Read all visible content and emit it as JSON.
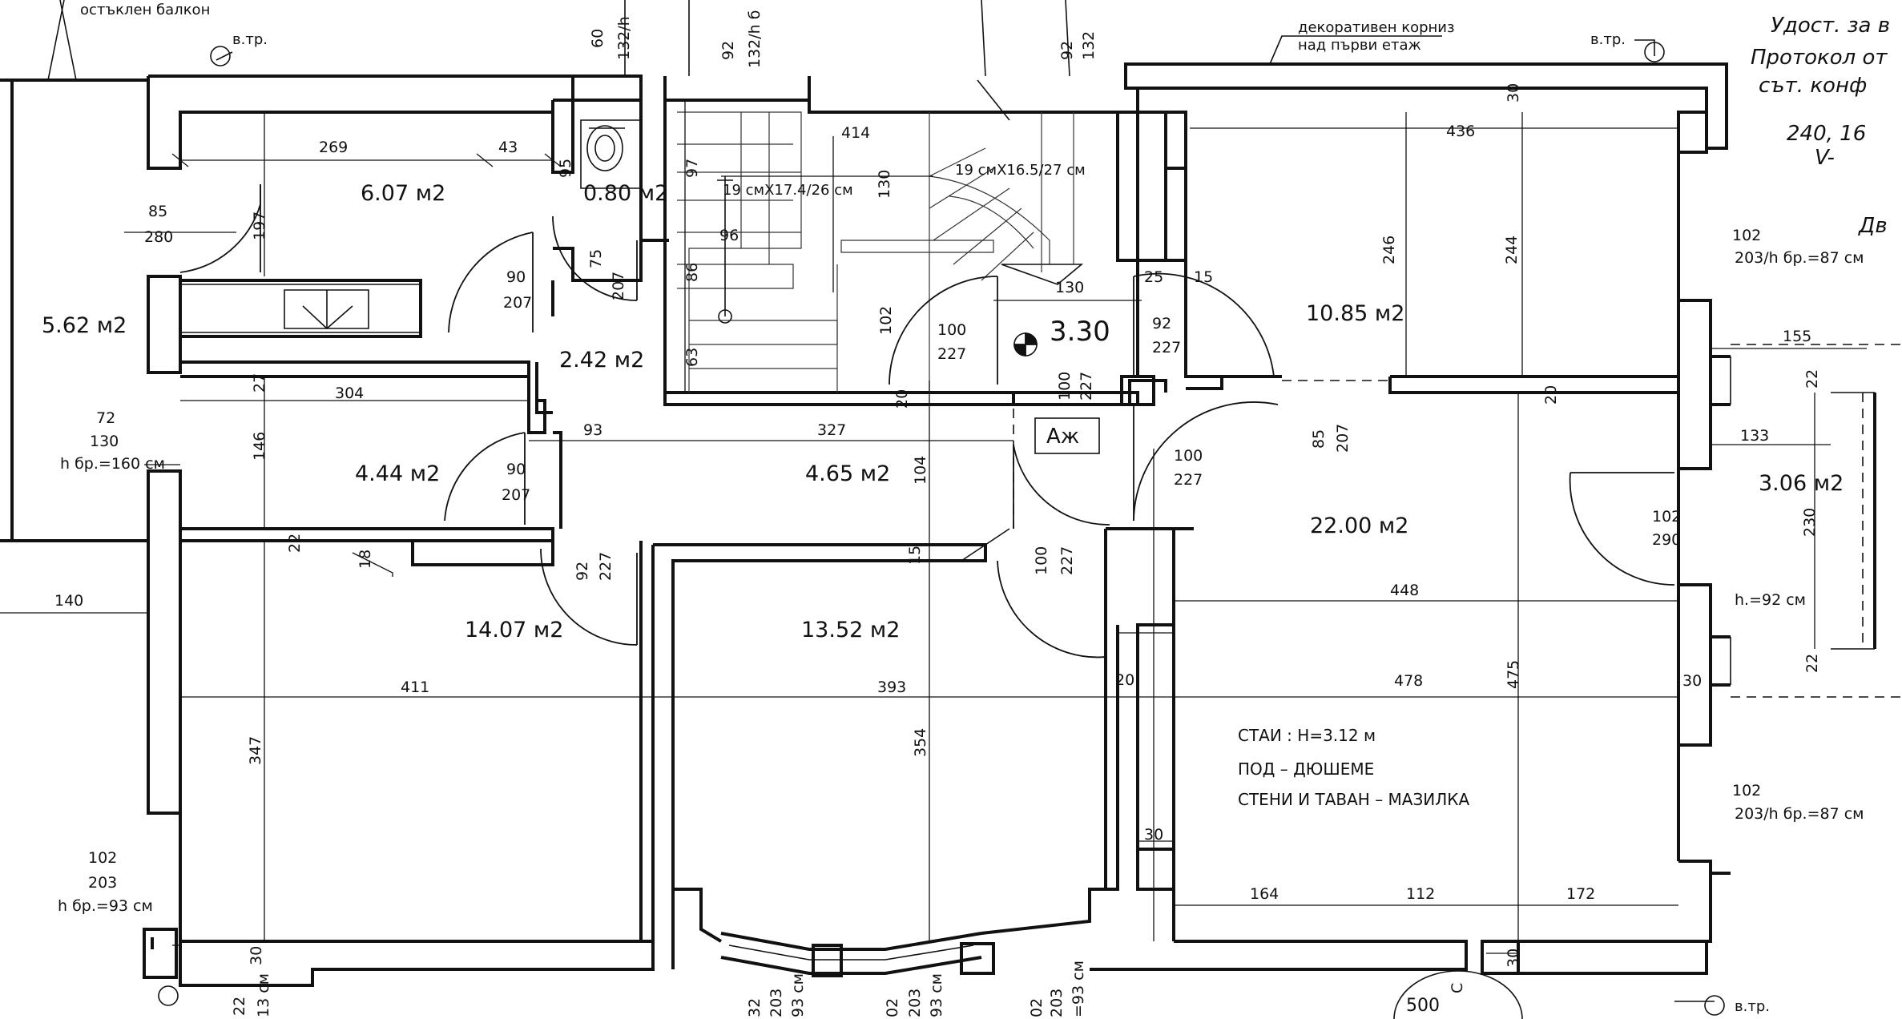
{
  "annotations": {
    "top_left_1": "остъклен балкон",
    "cornice_line1": "декоративен корниз",
    "cornice_line2": "над първи етаж",
    "downpipe": "в.тр.",
    "stair_left": "19 смХ17.4/26 см",
    "stair_right": "19 смХ16.5/27 см",
    "level_mark": "3.30",
    "az_label": "Аж"
  },
  "handwriting": [
    "Удост. за в",
    "Протокол от",
    "сът. конф",
    "240, 16",
    "V-",
    "Дв"
  ],
  "areas": {
    "balcony": "5.62 м2",
    "kitchen": "6.07 м2",
    "wc": "0.80 м2",
    "hall_small": "2.42 м2",
    "bath": "4.44 м2",
    "corridor": "4.65 м2",
    "room_sw": "14.07 м2",
    "room_s": "13.52 м2",
    "room_ne": "10.85 м2",
    "room_e": "22.00 м2",
    "side_room": "3.06 м2"
  },
  "dims": {
    "d269": "269",
    "d43": "43",
    "d85": "85",
    "d280": "280",
    "d197": "197",
    "d95": "95",
    "d60": "60",
    "d132h": "132/h",
    "d92a": "92",
    "d132hb": "132/h б",
    "d92b": "92",
    "d132": "132",
    "d30a": "30",
    "d436": "436",
    "d414": "414",
    "d97": "97",
    "d130a": "130",
    "d96": "96",
    "d86": "86",
    "d63": "63",
    "d102a": "102",
    "d25": "25",
    "d15": "15",
    "d130b": "130",
    "d246": "246",
    "d244": "244",
    "d102b": "102",
    "d203hb87a": "203/h бр.=87 см",
    "d155": "155",
    "d90a": "90",
    "d207a": "207",
    "d75": "75",
    "d207b": "207",
    "d100a": "100",
    "d227a": "227",
    "d92c": "92",
    "d227b": "227",
    "d100b": "100",
    "d227c": "227",
    "d20a": "20",
    "d20b": "20",
    "d22a": "22",
    "d133": "133",
    "d72": "72",
    "d130c": "130",
    "dhb160": "h бр.=160 см",
    "d304": "304",
    "d27": "27",
    "d146": "146",
    "d93": "93",
    "d327": "327",
    "d90b": "90",
    "d207c": "207",
    "d104": "104",
    "d100c": "100",
    "d227d": "227",
    "d85b": "85",
    "d207d": "207",
    "d102c": "102",
    "d290": "290",
    "d230": "230",
    "d140": "140",
    "d22b": "22",
    "d18": "18",
    "d92d": "92",
    "d227e": "227",
    "d15b": "15",
    "d100d": "100",
    "d227f": "227",
    "d448": "448",
    "dh92": "h.=92 см",
    "d411": "411",
    "d393": "393",
    "d20c": "20",
    "d478": "478",
    "d475": "475",
    "d30b": "30",
    "d22c": "22",
    "d347": "347",
    "d354": "354",
    "d102d": "102",
    "d203hb87b": "203/h бр.=87 см",
    "d102e": "102",
    "d203": "203",
    "dhb93": "h бр.=93 см",
    "d30c": "30",
    "d164": "164",
    "d112": "112",
    "d172": "172",
    "d30d": "30",
    "d30e": "30",
    "b1": "32",
    "b2": "203",
    "b3": "93 см",
    "b4": "02",
    "b5": "203",
    "b6": "93 см",
    "b7": "02",
    "b8": "203",
    "b9": "=93 см",
    "b10": "22",
    "b11": "13 см",
    "b12": "500",
    "b13": "С"
  },
  "room_notes": {
    "line1": "СТАИ :   Н=3.12 м",
    "line2": "ПОД  –  ДЮШЕМЕ",
    "line3": "СТЕНИ И ТАВАН  –  МАЗИЛКА"
  }
}
